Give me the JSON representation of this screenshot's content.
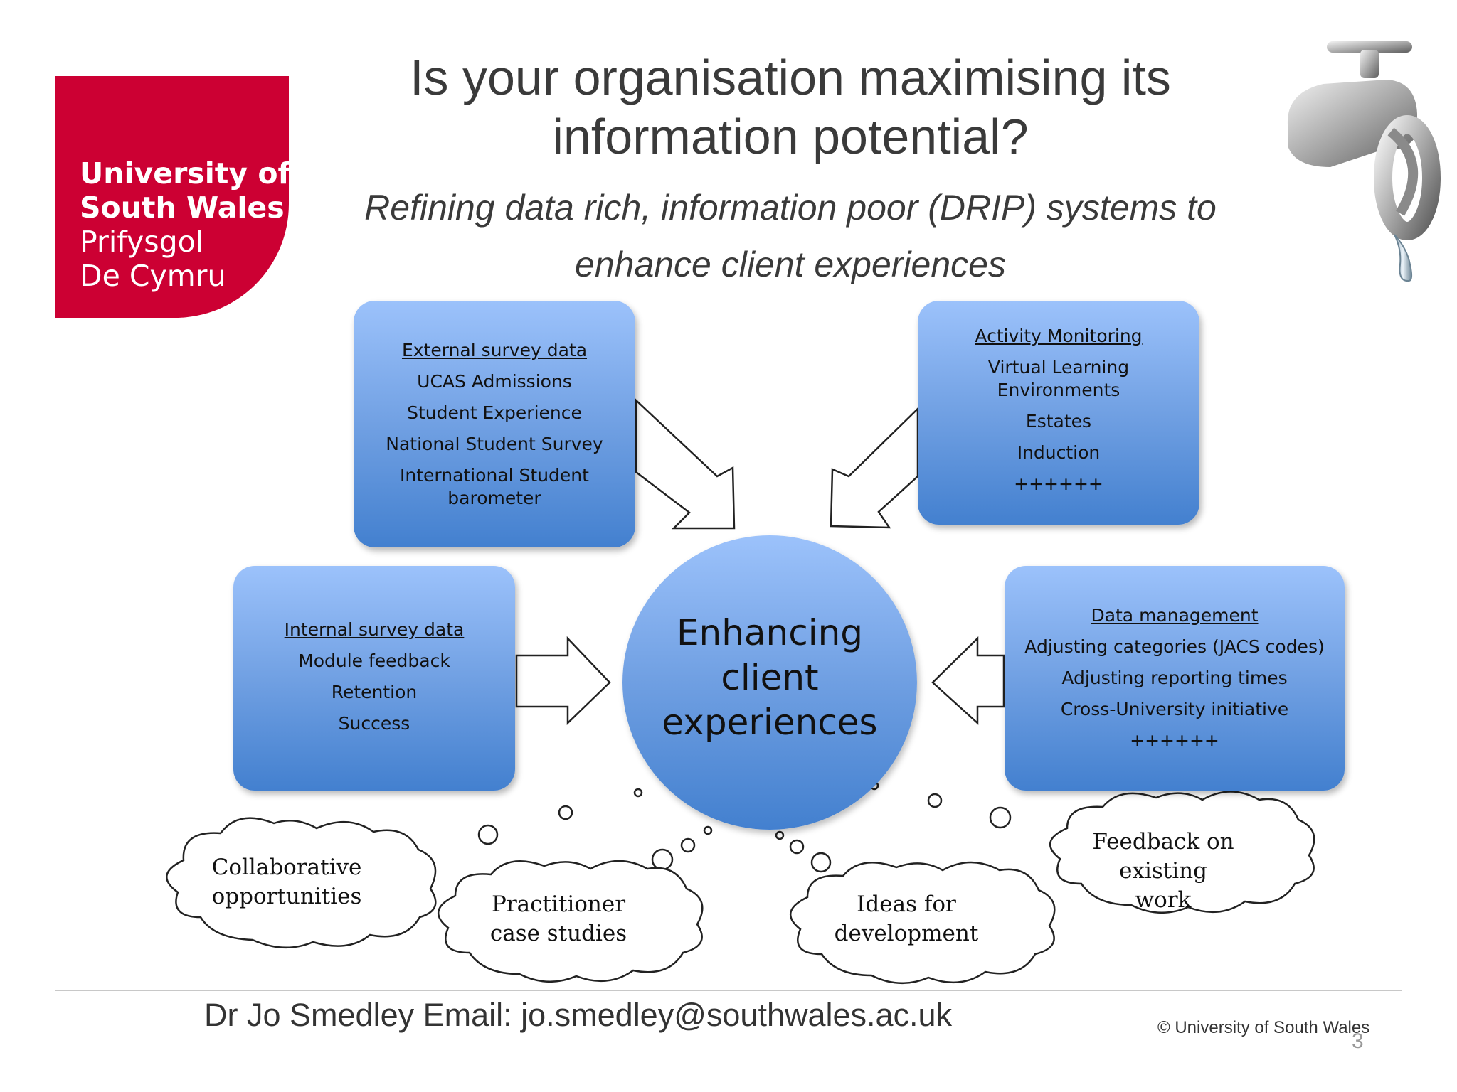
{
  "logo": {
    "line1": "University of",
    "line2": "South Wales",
    "line3": "Prifysgol",
    "line4": "De Cymru",
    "color": "#cc0033"
  },
  "title": {
    "line1": "Is your organisation maximising its",
    "line2": "information potential?"
  },
  "subtitle": {
    "line1": "Refining data rich, information poor (DRIP) systems to",
    "line2": "enhance client experiences"
  },
  "boxes": {
    "external": {
      "heading": "External survey data",
      "items": [
        "UCAS Admissions",
        "Student Experience",
        "National Student Survey",
        "International Student",
        "barometer"
      ]
    },
    "activity": {
      "heading": "Activity Monitoring",
      "items": [
        "Virtual Learning Environments",
        "Estates",
        "Induction",
        "++++++"
      ]
    },
    "internal": {
      "heading": "Internal survey data",
      "items": [
        "Module feedback",
        "Retention",
        "Success"
      ]
    },
    "data_mgmt": {
      "heading": "Data management",
      "items": [
        "Adjusting categories (JACS codes)",
        "Adjusting reporting times",
        "Cross-University initiative",
        "++++++"
      ]
    }
  },
  "center": {
    "line1": "Enhancing",
    "line2": "client",
    "line3": "experiences"
  },
  "clouds": {
    "collab": [
      "Collaborative",
      "opportunities"
    ],
    "practitioner": [
      "Practitioner",
      "case studies"
    ],
    "ideas": [
      "Ideas for",
      "development"
    ],
    "feedback": [
      "Feedback on",
      "existing",
      "work"
    ]
  },
  "tap_icon": "tap-icon",
  "footer": {
    "contact": "Dr Jo Smedley  Email: jo.smedley@southwales.ac.uk",
    "copyright": "© University of South Wales",
    "page_number": "3"
  }
}
